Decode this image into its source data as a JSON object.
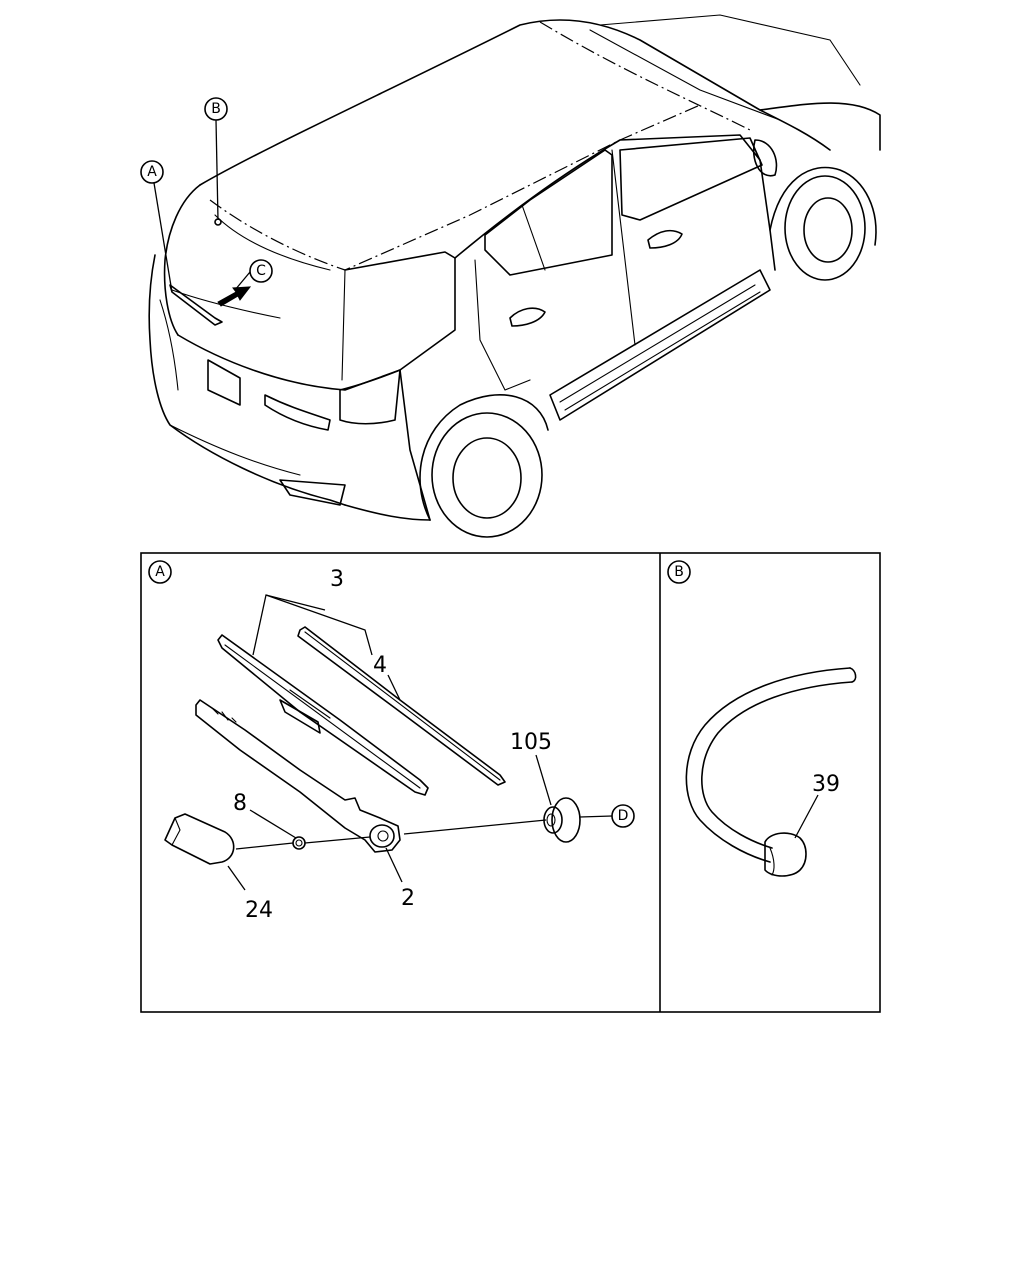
{
  "callouts": {
    "A": "A",
    "B": "B",
    "C": "C",
    "D": "D"
  },
  "panels": {
    "left_label": "A",
    "right_label": "B"
  },
  "part_numbers": {
    "blade_assembly": "3",
    "blade_rubber": "4",
    "arm": "2",
    "nut": "8",
    "cap": "24",
    "pivot_seal": "105",
    "washer_nozzle": "39"
  }
}
